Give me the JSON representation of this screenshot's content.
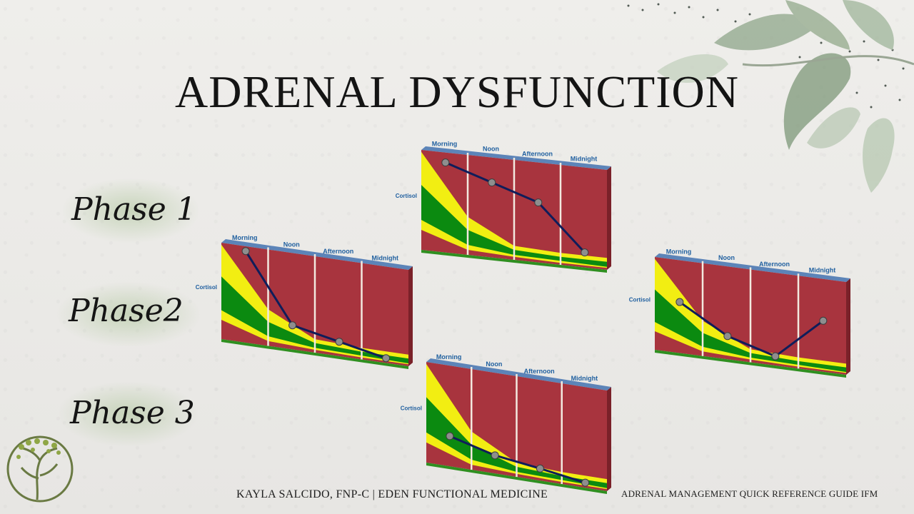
{
  "title": "ADRENAL DYSFUNCTION",
  "phases": [
    "Phase 1",
    "Phase2",
    "Phase 3"
  ],
  "footer": {
    "left": "KAYLA SALCIDO, FNP-C | EDEN FUNCTIONAL MEDICINE",
    "right": "ADRENAL MANAGEMENT QUICK REFERENCE GUIDE IFM"
  },
  "colors": {
    "high_zone": "#a8343e",
    "normal_upper": "#f2ee12",
    "normal_core": "#0b8a10",
    "line": "#0f1d5a",
    "label": "#1f5f9f"
  },
  "chart_data": [
    {
      "type": "line",
      "phase": "Phase 1",
      "categories": [
        "Morning",
        "Noon",
        "Afternoon",
        "Midnight"
      ],
      "ylabel": "Cortisol",
      "series": [
        {
          "values": [
            0.9,
            0.75,
            0.6,
            0.15
          ]
        }
      ]
    },
    {
      "type": "line",
      "phase": "Phase2",
      "categories": [
        "Morning",
        "Noon",
        "Afternoon",
        "Midnight"
      ],
      "ylabel": "Cortisol",
      "series": [
        {
          "values": [
            0.95,
            0.25,
            0.15,
            0.05
          ]
        }
      ]
    },
    {
      "type": "line",
      "phase": "Phase 3",
      "categories": [
        "Morning",
        "Noon",
        "Afternoon",
        "Midnight"
      ],
      "ylabel": "Cortisol",
      "series": [
        {
          "values": [
            0.3,
            0.18,
            0.12,
            0.05
          ]
        }
      ]
    },
    {
      "type": "line",
      "categories": [
        "Morning",
        "Noon",
        "Afternoon",
        "Midnight"
      ],
      "ylabel": "Cortisol",
      "series": [
        {
          "values": [
            0.55,
            0.25,
            0.1,
            0.55
          ]
        }
      ]
    }
  ]
}
